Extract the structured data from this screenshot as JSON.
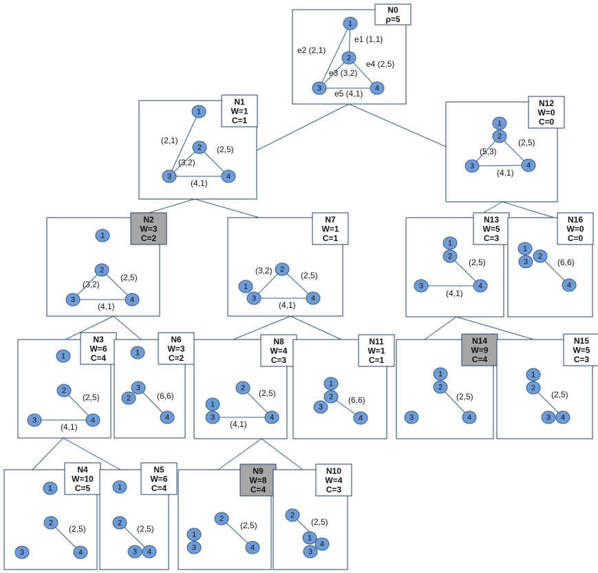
{
  "colors": {
    "vertex": "#6f9bd6",
    "vertex_stroke": "#2f5d8c",
    "line": "#2f5d8c",
    "highlight": "#a6a6a6",
    "label_box": "#ffffff"
  },
  "nodes": [
    {
      "id": "N0",
      "lines": [
        "N0",
        "ρ=5"
      ],
      "highlight": false,
      "vertices": [
        "1",
        "2",
        "3",
        "4"
      ],
      "edge_labels": [
        "e1 (1,1)",
        "e2 (2,1)",
        "e3 (3,2)",
        "e4 (2,5)",
        "e5 (4,1)"
      ]
    },
    {
      "id": "N1",
      "lines": [
        "N1",
        "W=1",
        "C=1"
      ],
      "highlight": false,
      "vertices": [
        "1",
        "2",
        "3",
        "4"
      ],
      "edge_labels": [
        "(2,1)",
        "(3,2)",
        "(2,5)",
        "(4,1)"
      ]
    },
    {
      "id": "N12",
      "lines": [
        "N12",
        "W=0",
        "C=0"
      ],
      "highlight": false,
      "vertices": [
        "1",
        "2",
        "3",
        "4"
      ],
      "edge_labels": [
        "(5,3)",
        "(2,5)",
        "(4,1)"
      ]
    },
    {
      "id": "N2",
      "lines": [
        "N2",
        "W=3",
        "C=2"
      ],
      "highlight": true,
      "vertices": [
        "1",
        "2",
        "3",
        "4"
      ],
      "edge_labels": [
        "(3,2)",
        "(2,5)",
        "(4,1)"
      ]
    },
    {
      "id": "N7",
      "lines": [
        "N7",
        "W=1",
        "C=1"
      ],
      "highlight": false,
      "vertices": [
        "1",
        "2",
        "3",
        "4"
      ],
      "edge_labels": [
        "(3,2)",
        "(2,5)",
        "(4,1)"
      ]
    },
    {
      "id": "N13",
      "lines": [
        "N13",
        "W=5",
        "C=3"
      ],
      "highlight": false,
      "vertices": [
        "1",
        "2",
        "3",
        "4"
      ],
      "edge_labels": [
        "(2,5)",
        "(4,1)"
      ]
    },
    {
      "id": "N16",
      "lines": [
        "N16",
        "W=0",
        "C=0"
      ],
      "highlight": false,
      "vertices": [
        "1",
        "3",
        "2",
        "4"
      ],
      "edge_labels": [
        "(6,6)"
      ]
    },
    {
      "id": "N3",
      "lines": [
        "N3",
        "W=6",
        "C=4"
      ],
      "highlight": false,
      "vertices": [
        "1",
        "2",
        "3",
        "4"
      ],
      "edge_labels": [
        "(2,5)",
        "(4,1)"
      ]
    },
    {
      "id": "N6",
      "lines": [
        "N6",
        "W=3",
        "C=2"
      ],
      "highlight": false,
      "vertices": [
        "1",
        "3",
        "2",
        "4"
      ],
      "edge_labels": [
        "(6,6)"
      ]
    },
    {
      "id": "N8",
      "lines": [
        "N8",
        "W=4",
        "C=3"
      ],
      "highlight": false,
      "vertices": [
        "2",
        "1",
        "3",
        "4"
      ],
      "edge_labels": [
        "(2,5)",
        "(4,1)"
      ]
    },
    {
      "id": "N11",
      "lines": [
        "N11",
        "W=1",
        "C=1"
      ],
      "highlight": false,
      "vertices": [
        "1",
        "2",
        "3",
        "4"
      ],
      "edge_labels": [
        "(6,6)"
      ]
    },
    {
      "id": "N14",
      "lines": [
        "N14",
        "W=9",
        "C=4"
      ],
      "highlight": true,
      "vertices": [
        "1",
        "2",
        "3",
        "4"
      ],
      "edge_labels": [
        "(2,5)"
      ]
    },
    {
      "id": "N15",
      "lines": [
        "N15",
        "W=5",
        "C=3"
      ],
      "highlight": false,
      "vertices": [
        "1",
        "2",
        "3",
        "4"
      ],
      "edge_labels": [
        "(2,5)"
      ]
    },
    {
      "id": "N4",
      "lines": [
        "N4",
        "W=10",
        "C=5"
      ],
      "highlight": false,
      "vertices": [
        "1",
        "2",
        "3",
        "4"
      ],
      "edge_labels": [
        "(2,5)"
      ]
    },
    {
      "id": "N5",
      "lines": [
        "N5",
        "W=6",
        "C=4"
      ],
      "highlight": false,
      "vertices": [
        "1",
        "2",
        "3",
        "4"
      ],
      "edge_labels": [
        "(2,5)"
      ]
    },
    {
      "id": "N9",
      "lines": [
        "N9",
        "W=8",
        "C=4"
      ],
      "highlight": true,
      "vertices": [
        "2",
        "1",
        "3",
        "4"
      ],
      "edge_labels": [
        "(2,5)"
      ]
    },
    {
      "id": "N10",
      "lines": [
        "N10",
        "W=4",
        "C=3"
      ],
      "highlight": false,
      "vertices": [
        "2",
        "1",
        "3",
        "4"
      ],
      "edge_labels": [
        "(2,5)"
      ]
    }
  ],
  "tree_links": [
    [
      "N0",
      "N1"
    ],
    [
      "N0",
      "N12"
    ],
    [
      "N1",
      "N2"
    ],
    [
      "N1",
      "N7"
    ],
    [
      "N12",
      "N13"
    ],
    [
      "N12",
      "N16"
    ],
    [
      "N2",
      "N3"
    ],
    [
      "N2",
      "N6"
    ],
    [
      "N7",
      "N8"
    ],
    [
      "N7",
      "N11"
    ],
    [
      "N13",
      "N14"
    ],
    [
      "N13",
      "N15"
    ],
    [
      "N3",
      "N4"
    ],
    [
      "N3",
      "N5"
    ],
    [
      "N8",
      "N9"
    ],
    [
      "N8",
      "N10"
    ]
  ]
}
